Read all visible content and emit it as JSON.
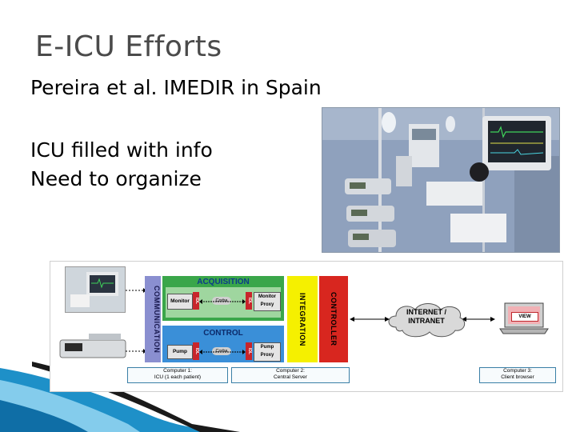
{
  "slide": {
    "title": "E-ICU Efforts",
    "lines": [
      "Pereira et al. IMEDIR in Spain",
      "ICU filled with info",
      "Need to organize"
    ]
  },
  "diagram": {
    "communication": "COMMUNICATION",
    "acquisition": "ACQUISITION",
    "control": "CONTROL",
    "integration": "INTEGRATION",
    "controller": "CONTROLLER",
    "monitor": "Monitor",
    "monitor_proxy": "Monitor Proxy",
    "pump": "Pump",
    "pump_proxy": "Pump Proxy",
    "corba": "Corba",
    "idl": "IDL",
    "internet": "INTERNET / INTRANET",
    "view": "VIEW",
    "computer1_title": "Computer 1:",
    "computer1_sub": "ICU (1 each patient)",
    "computer2_title": "Computer 2:",
    "computer2_sub": "Central Server",
    "computer3_title": "Computer 3:",
    "computer3_sub": "Client browser"
  },
  "colors": {
    "title": "#4a4a4a",
    "acquisition": "#3aa64a",
    "control": "#3a8fd8",
    "communication": "#8a8fd0",
    "integration": "#f5f000",
    "controller": "#d8261f",
    "accent_blue": "#1f7fb5"
  }
}
